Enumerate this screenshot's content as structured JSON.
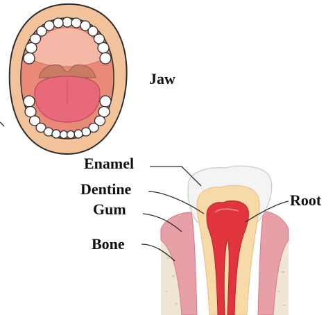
{
  "labels": {
    "jaw": "Jaw",
    "enamel": "Enamel",
    "dentine": "Dentine",
    "gum": "Gum",
    "bone": "Bone",
    "root": "Root"
  },
  "colors": {
    "outline": "#2b2b2b",
    "lip": "#f2c29a",
    "mouth_interior": "#e98a78",
    "palate": "#f5b8a6",
    "tongue": "#e86a7a",
    "uvula": "#c97b63",
    "tooth": "#ffffff",
    "enamel": "#f4f4f4",
    "dentine": "#f8d9a8",
    "pulp": "#e0353f",
    "gum": "#e7a0a8",
    "bone": "#efe6d4"
  }
}
